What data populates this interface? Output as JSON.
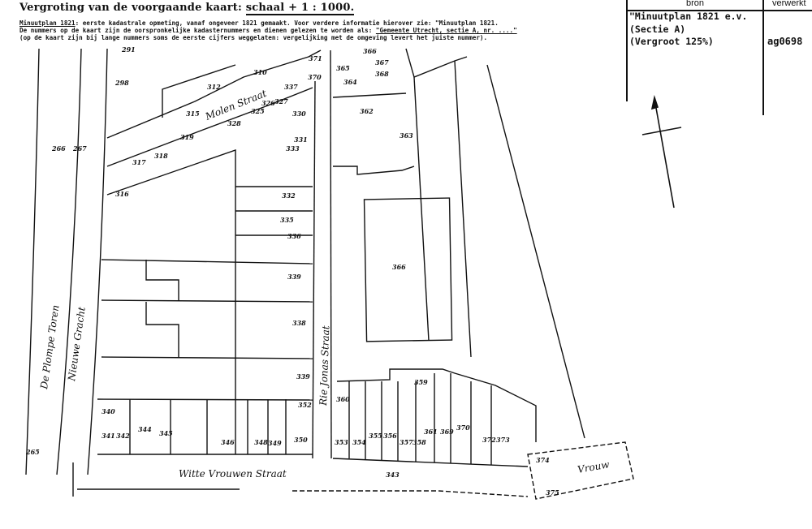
{
  "header": {
    "title_prefix": "Vergroting van de voorgaande kaart: ",
    "title_scale": "schaal + 1 : 1000.",
    "note_line1_label": "Minuutplan 1821",
    "note_line1_text": ": eerste kadastrale opmeting, vanaf ongeveer 1821 gemaakt. Voor verdere informatie hierover zie: \"Minuutplan 1821.",
    "note_line2_text": "De nummers op de kaart zijn de oorspronkelijke kadasternummers en dienen gelezen te worden als: ",
    "note_line2_ref": "\"Gemeente Utrecht, sectie A, nr. ....\"",
    "note_line3_text": "(op de kaart zijn bij lange nummers soms de eerste cijfers weggelaten: vergelijking met de omgeving levert het juiste nummer)."
  },
  "source_table": {
    "col_source": "bron",
    "col_processed": "verwerkt",
    "source_lines": [
      "\"Minuutplan 1821 e.v.",
      "(Sectie A)",
      "(Vergroot 125%)"
    ],
    "processed_ref": "ag0698"
  },
  "streets": {
    "left_1": "De Plompe Toren",
    "left_2": "Nieuwe Gracht",
    "molen": "Molen Straat",
    "jonas": "Rie Jonas Straat",
    "witte": "Witte Vrouwen Straat",
    "vrouw": "Vrouw"
  },
  "parcels": [
    "291",
    "298",
    "315",
    "316",
    "317",
    "318",
    "319",
    "312",
    "310",
    "362",
    "363",
    "364",
    "365",
    "366",
    "367",
    "368",
    "370",
    "328",
    "325",
    "326",
    "327",
    "330",
    "331",
    "333",
    "332",
    "335",
    "336",
    "339",
    "338",
    "337",
    "340",
    "341",
    "342",
    "343",
    "344",
    "345",
    "346",
    "348",
    "349",
    "350",
    "352",
    "353",
    "354",
    "355",
    "356",
    "357",
    "358",
    "359",
    "360",
    "361",
    "369",
    "371",
    "372",
    "373",
    "374",
    "375",
    "266",
    "267",
    "265"
  ],
  "colors": {
    "ink": "#111111",
    "paper": "#ffffff"
  }
}
